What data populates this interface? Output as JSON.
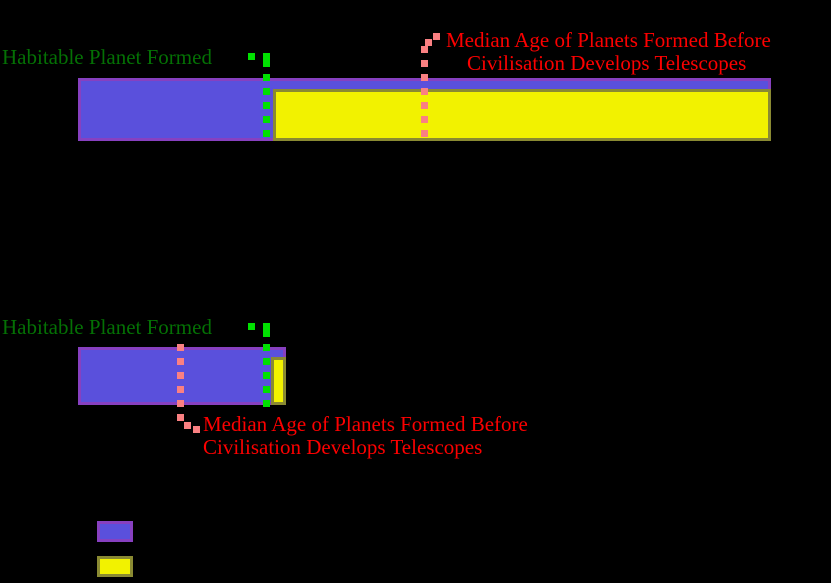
{
  "figure": {
    "background_color": "#000000",
    "panel_count": 2
  },
  "panels": [
    {
      "id": "top-panel",
      "habitable_label": "Habitable Planet Formed",
      "median_age_label_line1": "Median Age of Planets Formed Before",
      "median_age_label_line2": "Civilisation Develops Telescopes",
      "label_colors": {
        "habitable": "#047004",
        "median_age": "#fc0000"
      },
      "marker_colors": {
        "habitable_line": "#00e000",
        "median_age_line": "#fa8082"
      }
    },
    {
      "id": "bottom-panel",
      "habitable_label": "Habitable Planet Formed",
      "median_age_label_line1": "Median Age of Planets Formed Before",
      "median_age_label_line2": "Civilisation Develops Telescopes",
      "label_colors": {
        "habitable": "#047004",
        "median_age": "#fc0000"
      },
      "marker_colors": {
        "habitable_line": "#00e000",
        "median_age_line": "#fa8082"
      }
    }
  ],
  "legend": {
    "items": [
      {
        "label": "",
        "fill": "#5a50dc",
        "edge": "#8740c0"
      },
      {
        "label": "",
        "fill": "#f2f200",
        "edge": "#8a8a32"
      }
    ]
  },
  "chart_data": {
    "type": "bar",
    "title": "",
    "subtitle": "",
    "xlabel": "",
    "ylabel": "",
    "orientation": "horizontal",
    "grid": false,
    "legend_position": "bottom-left",
    "background": "#000000",
    "series": [
      {
        "name": "purple-series",
        "color": "#5a50dc",
        "edge_color": "#8740c0",
        "values": [
          1.0,
          0.3
        ]
      },
      {
        "name": "yellow-series",
        "color": "#f2f200",
        "edge_color": "#8a8a32",
        "values": [
          0.72,
          0.019
        ]
      }
    ],
    "categories": [
      "top-panel",
      "bottom-panel"
    ],
    "annotations": [
      {
        "panel": "top-panel",
        "text": "Habitable Planet Formed",
        "color": "#047004",
        "line_color": "#00e000",
        "x_fraction": 0.268,
        "line_style": "dotted"
      },
      {
        "panel": "top-panel",
        "text": "Median Age of Planets Formed Before Civilisation Develops Telescopes",
        "color": "#fc0000",
        "line_color": "#fa8082",
        "x_fraction": 0.499,
        "line_style": "dotted"
      },
      {
        "panel": "bottom-panel",
        "text": "Habitable Planet Formed",
        "color": "#047004",
        "line_color": "#00e000",
        "x_fraction": 0.268,
        "line_style": "dotted"
      },
      {
        "panel": "bottom-panel",
        "text": "Median Age of Planets Formed Before Civilisation Develops Telescopes",
        "color": "#fc0000",
        "line_color": "#fa8082",
        "x_fraction": 0.147,
        "line_style": "dotted"
      }
    ]
  }
}
